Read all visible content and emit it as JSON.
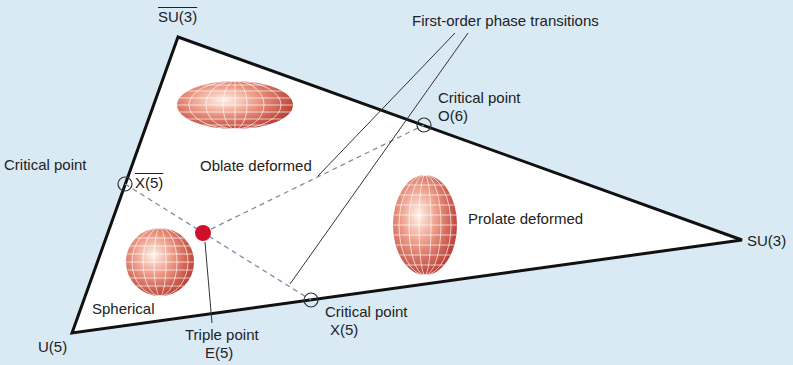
{
  "diagram": {
    "labels": [
      "SU(3)",
      "First-order phase transitions",
      "Critical point",
      "O(6)",
      "Oblate deformed",
      "Critical point",
      "X(5)",
      "Prolate deformed",
      "SU(3)",
      "Spherical",
      "Critical point",
      "X(5)",
      "U(5)",
      "Triple point",
      "E(5)"
    ]
  }
}
